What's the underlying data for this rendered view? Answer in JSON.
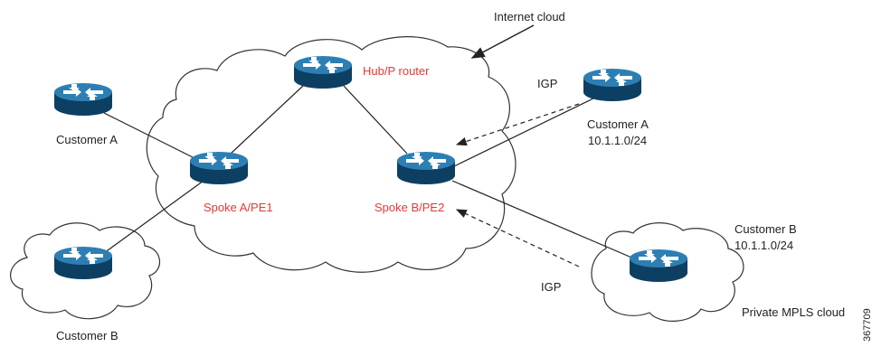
{
  "labels": {
    "internet_cloud": "Internet cloud",
    "hub_router": "Hub/P router",
    "spoke_a": "Spoke A/PE1",
    "spoke_b": "Spoke B/PE2",
    "customer_a_left": "Customer A",
    "customer_b_left": "Customer B",
    "customer_a_right": "Customer A",
    "customer_a_right_subnet": "10.1.1.0/24",
    "customer_b_right": "Customer B",
    "customer_b_right_subnet": "10.1.1.0/24",
    "igp_top": "IGP",
    "igp_bottom": "IGP",
    "private_mpls_cloud": "Private MPLS cloud",
    "figure_id": "367709"
  },
  "colors": {
    "router_fill": "#1f5f8b",
    "router_top": "#2d7fb3",
    "router_dark": "#0d3f63",
    "link": "#222222",
    "cloud_stroke": "#333333",
    "pe_label": "#e53935"
  }
}
